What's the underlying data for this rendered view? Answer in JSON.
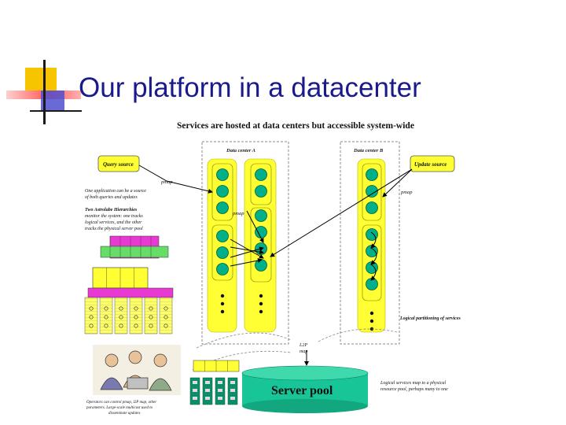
{
  "slide": {
    "title": "Our platform in a datacenter"
  },
  "diagram": {
    "heading": "Services are hosted at data centers but accessible system-wide",
    "datacenter_a_label": "Data center A",
    "datacenter_b_label": "Data center B",
    "query_source_label": "Query source",
    "update_source_label": "Update source",
    "pmap_labels": [
      "pmap",
      "pmap",
      "pmap"
    ],
    "note_queries_updates": [
      "One application can be a source",
      "of both queries and updates"
    ],
    "note_hierarchies": [
      "Two Astrolabe Hierarchies",
      "monitor the system: one tracks",
      "logical services, and the other",
      "tracks the physical server pool"
    ],
    "logical_partitioning_label": "Logical partitioning of services",
    "l2p_map_label": [
      "L2P",
      "map"
    ],
    "server_pool_label": "Server pool",
    "note_logical_map": [
      "Logical services map to a physical",
      "resource pool, perhaps many to one"
    ],
    "note_operators": [
      "Operators can control pmap, l2P map, other",
      "parameters. Large-scale multicast used to",
      "disseminate updates"
    ],
    "colors": {
      "container": "#ffff33",
      "node": "#00b08a",
      "node_stroke": "#00603c",
      "server_pool": "#17c596",
      "magenta": "#e83ad2",
      "title": "#1a1a8c",
      "logo_yellow": "#f7c500",
      "logo_red": "#ff5a5a",
      "logo_blue": "#4040c8"
    }
  }
}
